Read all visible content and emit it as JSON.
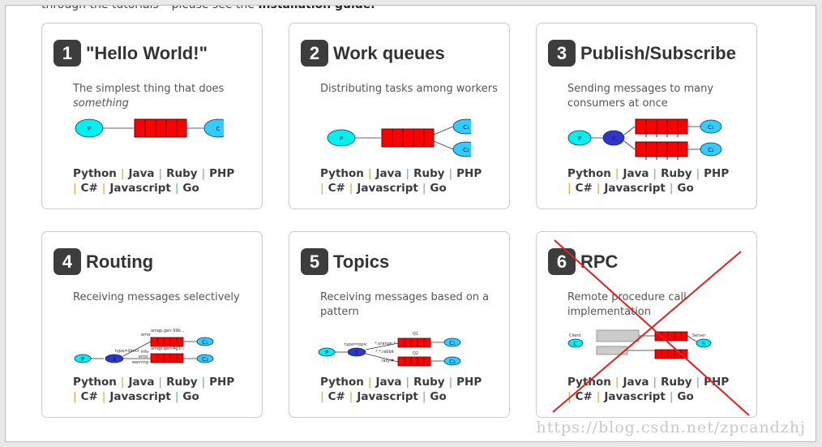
{
  "intro": {
    "text": "through the tutorials – please see the ",
    "link": "Installation guide."
  },
  "cards": [
    {
      "num": "1",
      "title": "\"Hello World!\"",
      "desc": "The simplest thing that does ",
      "desc_em": "something"
    },
    {
      "num": "2",
      "title": "Work queues",
      "desc": "Distributing tasks among workers",
      "desc_em": ""
    },
    {
      "num": "3",
      "title": "Publish/Subscribe",
      "desc": "Sending messages to many consumers at once",
      "desc_em": ""
    },
    {
      "num": "4",
      "title": "Routing",
      "desc": "Receiving messages selectively",
      "desc_em": ""
    },
    {
      "num": "5",
      "title": "Topics",
      "desc": "Receiving messages based on a pattern",
      "desc_em": ""
    },
    {
      "num": "6",
      "title": "RPC",
      "desc": "Remote procedure call implementation",
      "desc_em": "",
      "crossed_out": true
    }
  ],
  "languages": [
    "Python",
    "Java",
    "Ruby",
    "PHP",
    "C#",
    "Javascript",
    "Go"
  ],
  "colors": {
    "queue": "#ff0000",
    "producer": "#00f0f0",
    "consumer": "#33ccff",
    "exchange": "#3333cc",
    "cross": "#e02020"
  },
  "watermark": "https://blog.csdn.net/zpcandzhj"
}
